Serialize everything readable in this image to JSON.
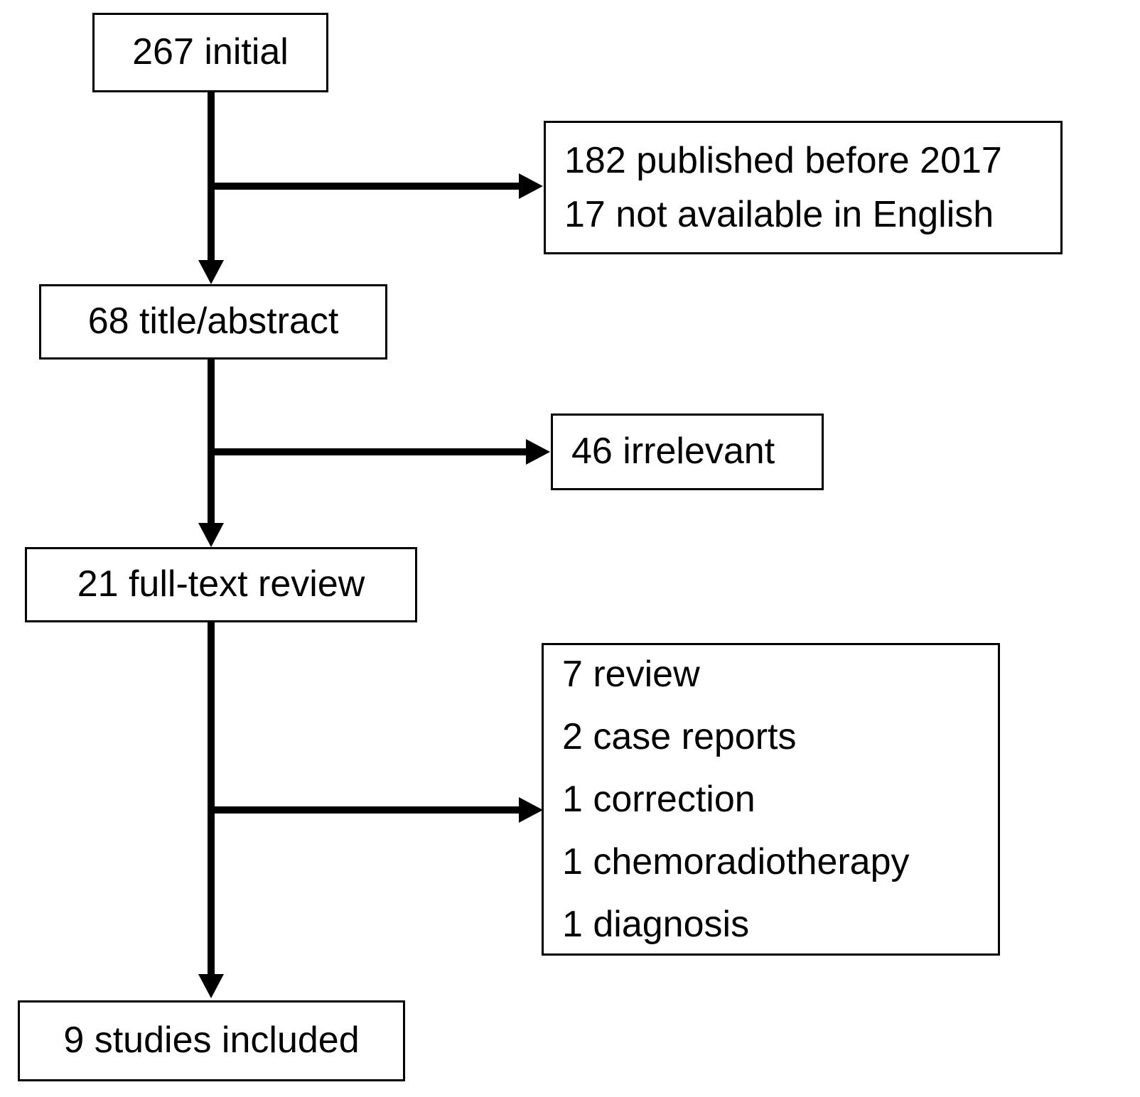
{
  "flowchart": {
    "nodes": {
      "initial": {
        "label": "267 initial"
      },
      "title_abstract": {
        "label": "68 title/abstract"
      },
      "full_text": {
        "label": "21 full-text review"
      },
      "included": {
        "label": "9 studies included"
      }
    },
    "exclusions": {
      "after_initial": {
        "lines": [
          "182 published before 2017",
          "17 not available in English"
        ]
      },
      "after_title_abstract": {
        "lines": [
          "46 irrelevant"
        ]
      },
      "after_full_text": {
        "lines": [
          "7 review",
          "2 case reports",
          "1 correction",
          "1 chemoradiotherapy",
          "1 diagnosis"
        ]
      }
    },
    "colors": {
      "border": "#000000",
      "text": "#000000",
      "background": "#ffffff",
      "arrow": "#000000"
    }
  }
}
